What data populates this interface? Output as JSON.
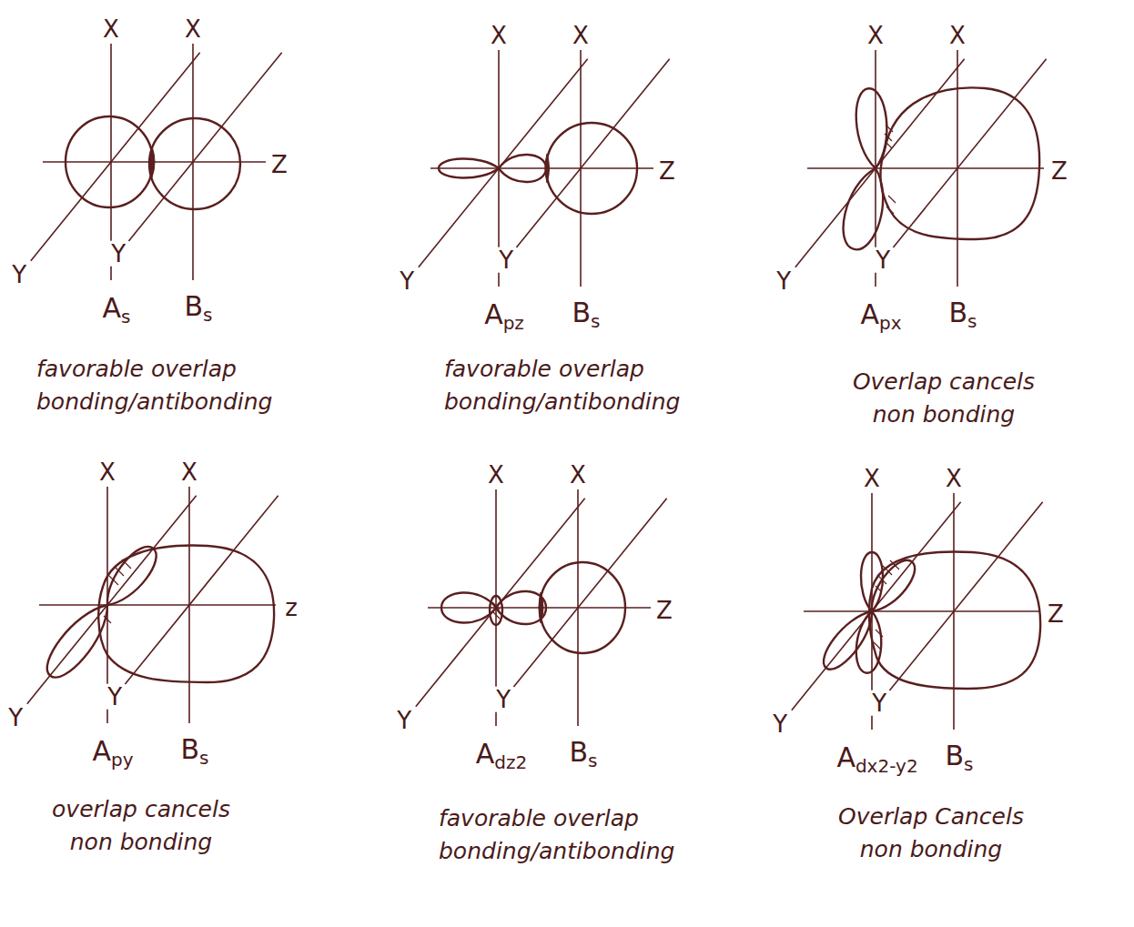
{
  "diagram": {
    "labels": [
      "X",
      "X",
      "Y",
      "Y",
      "Z",
      "As",
      "Bs",
      "favorable overlap bonding/antibonding",
      "X",
      "X",
      "Y",
      "Y",
      "Z",
      "Apz",
      "Bs",
      "favorable overlap bonding/antibonding",
      "X",
      "X",
      "Y",
      "Y",
      "Z",
      "Apx",
      "Bs",
      "Overlap cancels non bonding",
      "X",
      "X",
      "Y",
      "Y",
      "z",
      "Apy",
      "Bs",
      "overlap cancels non bonding",
      "X",
      "X",
      "Y",
      "Y",
      "Z",
      "Adz2",
      "Bs",
      "favorable overlap bonding/antibonding",
      "X",
      "X",
      "Y",
      "Y",
      "Z",
      "Adx2-y2",
      "Bs",
      "Overlap Cancels non bonding"
    ]
  }
}
